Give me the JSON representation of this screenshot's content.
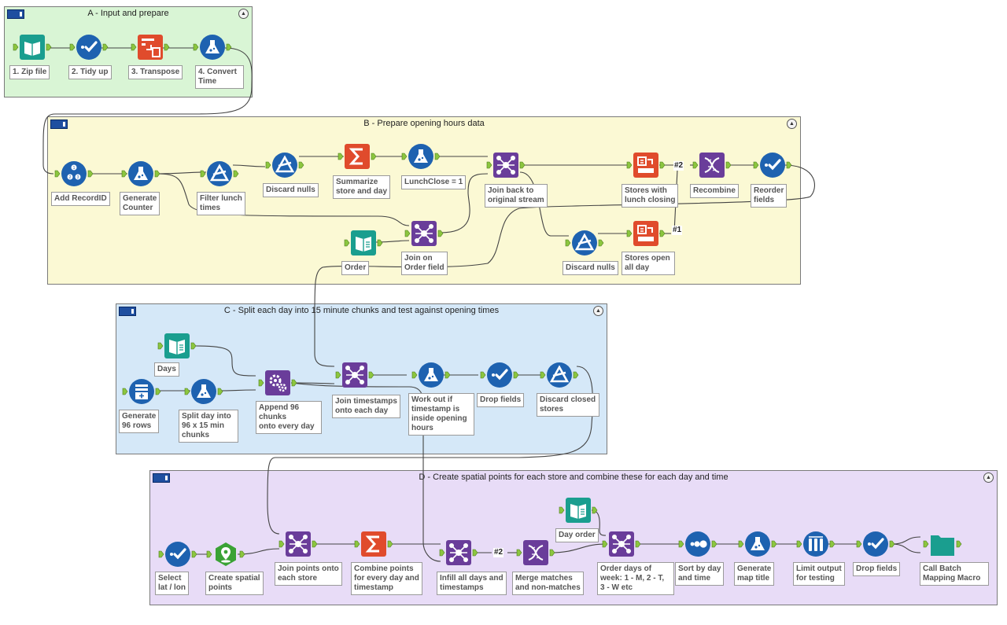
{
  "containers": {
    "a": {
      "title": "A - Input and prepare"
    },
    "b": {
      "title": "B - Prepare opening hours data"
    },
    "c": {
      "title": "C - Split each day into 15 minute chunks and test against opening times"
    },
    "d": {
      "title": "D - Create spatial points for each store and combine these for each day and time"
    }
  },
  "tools": {
    "zip_file": {
      "label": "1. Zip file",
      "icon": "book-icon"
    },
    "tidy_up": {
      "label": "2. Tidy up",
      "icon": "checkmark-icon"
    },
    "transpose": {
      "label": "3. Transpose",
      "icon": "table-transpose-icon"
    },
    "convert_time": {
      "label": "4. Convert\nTime",
      "icon": "flask-icon"
    },
    "add_recordid": {
      "label": "Add RecordID",
      "icon": "numbered-list-icon"
    },
    "generate_counter": {
      "label": "Generate\nCounter",
      "icon": "flask-icon"
    },
    "filter_lunch": {
      "label": "Filter lunch\ntimes",
      "icon": "filter-icon"
    },
    "discard_nulls_1": {
      "label": "Discard nulls",
      "icon": "filter-icon"
    },
    "summarize": {
      "label": "Summarize\nstore and day",
      "icon": "sigma-icon"
    },
    "lunchclose": {
      "label": "LunchClose = 1",
      "icon": "flask-icon"
    },
    "join_back": {
      "label": "Join back to\noriginal stream",
      "icon": "join-icon"
    },
    "stores_lunch": {
      "label": "Stores with\nlunch closing",
      "icon": "crosstab-icon"
    },
    "recombine": {
      "label": "Recombine",
      "icon": "union-icon"
    },
    "reorder": {
      "label": "Reorder\nfields",
      "icon": "checkmark-icon"
    },
    "order": {
      "label": "Order",
      "icon": "text-input-icon"
    },
    "join_order": {
      "label": "Join on\nOrder field",
      "icon": "join-icon"
    },
    "discard_nulls_2": {
      "label": "Discard nulls",
      "icon": "filter-icon"
    },
    "stores_open": {
      "label": "Stores open\nall day",
      "icon": "crosstab-icon"
    },
    "days": {
      "label": "Days",
      "icon": "text-input-icon"
    },
    "generate_96": {
      "label": "Generate\n96 rows",
      "icon": "generate-rows-icon"
    },
    "split_day": {
      "label": "Split day into\n96 x 15 min\nchunks",
      "icon": "flask-icon"
    },
    "append_96": {
      "label": "Append 96\nchunks\nonto every day",
      "icon": "append-gears-icon"
    },
    "join_timestamps": {
      "label": "Join timestamps\nonto each day",
      "icon": "join-icon"
    },
    "work_out": {
      "label": "Work out if\ntimestamp is\ninside opening\nhours",
      "icon": "flask-icon"
    },
    "drop_fields_c": {
      "label": "Drop fields",
      "icon": "checkmark-icon"
    },
    "discard_closed": {
      "label": "Discard closed\nstores",
      "icon": "filter-icon"
    },
    "select_latlon": {
      "label": "Select\nlat / lon",
      "icon": "checkmark-icon"
    },
    "create_spatial": {
      "label": "Create spatial\npoints",
      "icon": "map-pin-icon"
    },
    "join_points": {
      "label": "Join points onto\neach store",
      "icon": "join-icon"
    },
    "combine_points": {
      "label": "Combine points\nfor every day and\ntimestamp",
      "icon": "sigma-icon"
    },
    "infill": {
      "label": "Infill all days and\ntimestamps",
      "icon": "join-icon"
    },
    "merge": {
      "label": "Merge matches\nand non-matches",
      "icon": "union-icon"
    },
    "day_order": {
      "label": "Day order",
      "icon": "text-input-icon"
    },
    "order_days": {
      "label": "Order days of\nweek: 1 - M, 2 - T,\n3 - W etc",
      "icon": "join-icon"
    },
    "sort": {
      "label": "Sort by day\nand time",
      "icon": "sort-icon"
    },
    "map_title": {
      "label": "Generate\nmap title",
      "icon": "flask-icon"
    },
    "limit": {
      "label": "Limit output\nfor testing",
      "icon": "sample-icon"
    },
    "drop_fields_d": {
      "label": "Drop fields",
      "icon": "checkmark-icon"
    },
    "batch_macro": {
      "label": "Call Batch\nMapping Macro",
      "icon": "macro-icon"
    }
  },
  "wire_tags": {
    "tag_b_2": "#2",
    "tag_b_1": "#1",
    "tag_d_2": "#2"
  },
  "colors": {
    "container_a": "#d9f5d5",
    "container_b": "#fbf9d4",
    "container_c": "#d5e8f8",
    "container_d": "#e8dcf7",
    "anchor": "#8cc63f",
    "teal": "#1a9e8f",
    "blue": "#1e62b0",
    "orange": "#e04b2c",
    "purple": "#6a3d9a"
  }
}
